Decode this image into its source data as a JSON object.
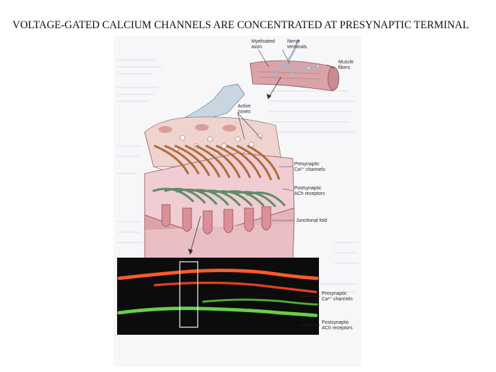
{
  "slide": {
    "title": "VOLTAGE-GATED CALCIUM CHANNELS ARE CONCENTRATED AT PRESYNAPTIC TERMINAL"
  },
  "figure": {
    "labels": {
      "myelinated_axon": [
        "Myelinated",
        "axon"
      ],
      "nerve_terminals": [
        "Nerve",
        "terminals"
      ],
      "muscle_fibers": [
        "Muscle",
        "fibers"
      ],
      "active_zones": [
        "Active",
        "zones"
      ],
      "presynaptic_channels": [
        "Presynaptic",
        "Ca²⁺ channels"
      ],
      "postsynaptic_receptors": [
        "Postsynaptic",
        "ACh receptors"
      ],
      "junctional_fold": [
        "Junctional fold"
      ],
      "micro_presynaptic": [
        "Presynaptic",
        "Ca²⁺ channels"
      ],
      "micro_postsynaptic": [
        "Postsynaptic",
        "ACh receptors"
      ]
    },
    "colors": {
      "muscle": "#d9a3a8",
      "terminal": "#efd3cf",
      "presynaptic_stain": "#ff5a2a",
      "postsynaptic_stain": "#66d048",
      "micrograph_bg": "#0c0c0c"
    }
  }
}
